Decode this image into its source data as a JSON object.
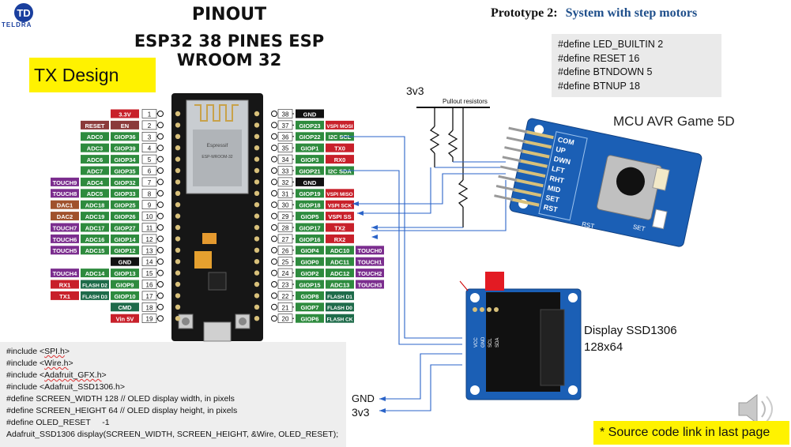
{
  "header": {
    "title": "PINOUT",
    "subtitle": "ESP32 38 PINES ESP WROOM 32",
    "logo_text": "TELDRA",
    "logo_glyph": "TD",
    "tx_design": "TX Design"
  },
  "prototype": {
    "prefix": "Prototype 2:",
    "name": "System with step motors"
  },
  "defines": [
    "#define LED_BUILTIN 2",
    "#define RESET   16",
    "#define BTNDOWN   5",
    "#define BTNUP   18"
  ],
  "code_lines": [
    "#include <SPI.h>",
    "#include <Wire.h>",
    "#include <Adafruit_GFX.h>",
    "#include <Adafruit_SSD1306.h>",
    "#define SCREEN_WIDTH 128 // OLED display width, in pixels",
    "#define SCREEN_HEIGHT 64 // OLED display height, in pixels",
    "#define OLED_RESET     -1",
    "Adafruit_SSD1306 display(SCREEN_WIDTH, SCREEN_HEIGHT, &Wire, OLED_RESET);"
  ],
  "labels": {
    "v33_top": "3v3",
    "pullout": "Pullout resistors",
    "mcu_title": "MCU AVR Game 5D",
    "display_title": "Display SSD1306",
    "display_res": "128x64",
    "gnd": "GND",
    "v33_bottom": "3v3",
    "source_note": "* Source code link  in last page"
  },
  "board_marks": {
    "module_brand": "Espressif",
    "module_chip": "ESP-WROOM-32"
  },
  "joystick_pins": [
    "COM",
    "UP",
    "DWN",
    "LFT",
    "RHT",
    "MID",
    "SET",
    "RST"
  ],
  "joystick_marks": {
    "set": "SET",
    "rst": "RST"
  },
  "oled_pins": [
    "VCC",
    "GND",
    "SCL",
    "SDA"
  ],
  "pin_colors": {
    "red": "#c8202a",
    "maroon": "#8b3a3a",
    "green": "#2e8b3e",
    "purple": "#7b2d8e",
    "brown": "#a0522d",
    "black": "#111111",
    "dkgreen": "#1e6b4a"
  },
  "left_pins": [
    {
      "num": "1",
      "name": "3.3V",
      "color": "red",
      "extra": []
    },
    {
      "num": "2",
      "name": "EN",
      "color": "maroon",
      "extra": [
        {
          "t": "RESET",
          "c": "maroon"
        }
      ]
    },
    {
      "num": "3",
      "name": "GIOP36",
      "color": "green",
      "extra": [
        {
          "t": "ADC0",
          "c": "green"
        }
      ]
    },
    {
      "num": "4",
      "name": "GIOP39",
      "color": "green",
      "extra": [
        {
          "t": "ADC3",
          "c": "green"
        }
      ]
    },
    {
      "num": "5",
      "name": "GIOP34",
      "color": "green",
      "extra": [
        {
          "t": "ADC6",
          "c": "green"
        }
      ]
    },
    {
      "num": "6",
      "name": "GIOP35",
      "color": "green",
      "extra": [
        {
          "t": "ADC7",
          "c": "green"
        }
      ]
    },
    {
      "num": "7",
      "name": "GIOP32",
      "color": "green",
      "extra": [
        {
          "t": "ADC4",
          "c": "green"
        },
        {
          "t": "TOUCH9",
          "c": "purple"
        }
      ]
    },
    {
      "num": "8",
      "name": "GIOP33",
      "color": "green",
      "extra": [
        {
          "t": "ADC5",
          "c": "green"
        },
        {
          "t": "TOUCH8",
          "c": "purple"
        }
      ]
    },
    {
      "num": "9",
      "name": "GIOP25",
      "color": "green",
      "extra": [
        {
          "t": "ADC18",
          "c": "green"
        },
        {
          "t": "DAC1",
          "c": "brown"
        }
      ]
    },
    {
      "num": "10",
      "name": "GIOP26",
      "color": "green",
      "extra": [
        {
          "t": "ADC19",
          "c": "green"
        },
        {
          "t": "DAC2",
          "c": "brown"
        }
      ]
    },
    {
      "num": "11",
      "name": "GIOP27",
      "color": "green",
      "extra": [
        {
          "t": "ADC17",
          "c": "green"
        },
        {
          "t": "TOUCH7",
          "c": "purple"
        }
      ]
    },
    {
      "num": "12",
      "name": "GIOP14",
      "color": "green",
      "extra": [
        {
          "t": "ADC16",
          "c": "green"
        },
        {
          "t": "TOUCH6",
          "c": "purple"
        }
      ]
    },
    {
      "num": "13",
      "name": "GIOP12",
      "color": "green",
      "extra": [
        {
          "t": "ADC15",
          "c": "green"
        },
        {
          "t": "TOUCH5",
          "c": "purple"
        }
      ]
    },
    {
      "num": "14",
      "name": "GND",
      "color": "black",
      "extra": []
    },
    {
      "num": "15",
      "name": "GIOP13",
      "color": "green",
      "extra": [
        {
          "t": "ADC14",
          "c": "green"
        },
        {
          "t": "TOUCH4",
          "c": "purple"
        }
      ]
    },
    {
      "num": "16",
      "name": "GIOP9",
      "color": "green",
      "extra": [
        {
          "t": "FLASH D2",
          "c": "dkgreen"
        },
        {
          "t": "RX1",
          "c": "red"
        }
      ]
    },
    {
      "num": "17",
      "name": "GIOP10",
      "color": "green",
      "extra": [
        {
          "t": "FLASH D3",
          "c": "dkgreen"
        },
        {
          "t": "TX1",
          "c": "red"
        }
      ]
    },
    {
      "num": "18",
      "name": "CMD",
      "color": "dkgreen",
      "extra": []
    },
    {
      "num": "19",
      "name": "Vin 5V",
      "color": "red",
      "extra": []
    }
  ],
  "right_pins": [
    {
      "num": "38",
      "name": "GND",
      "color": "black",
      "extra": []
    },
    {
      "num": "37",
      "name": "GIOP23",
      "color": "green",
      "extra": [
        {
          "t": "VSPI MOSI",
          "c": "red"
        }
      ]
    },
    {
      "num": "36",
      "name": "GIOP22",
      "color": "green",
      "extra": [
        {
          "t": "I2C SCL",
          "c": "green"
        }
      ]
    },
    {
      "num": "35",
      "name": "GIOP1",
      "color": "green",
      "extra": [
        {
          "t": "TX0",
          "c": "red"
        }
      ]
    },
    {
      "num": "34",
      "name": "GIOP3",
      "color": "green",
      "extra": [
        {
          "t": "RX0",
          "c": "red"
        }
      ]
    },
    {
      "num": "33",
      "name": "GIOP21",
      "color": "green",
      "extra": [
        {
          "t": "I2C SDA",
          "c": "green"
        }
      ]
    },
    {
      "num": "32",
      "name": "GND",
      "color": "black",
      "extra": []
    },
    {
      "num": "31",
      "name": "GIOP19",
      "color": "green",
      "extra": [
        {
          "t": "VSPI MISO",
          "c": "red"
        }
      ]
    },
    {
      "num": "30",
      "name": "GIOP18",
      "color": "green",
      "extra": [
        {
          "t": "VSPI SCK",
          "c": "red"
        }
      ]
    },
    {
      "num": "29",
      "name": "GIOP5",
      "color": "green",
      "extra": [
        {
          "t": "VSPI SS",
          "c": "red"
        }
      ]
    },
    {
      "num": "28",
      "name": "GIOP17",
      "color": "green",
      "extra": [
        {
          "t": "TX2",
          "c": "red"
        }
      ]
    },
    {
      "num": "27",
      "name": "GIOP16",
      "color": "green",
      "extra": [
        {
          "t": "RX2",
          "c": "red"
        }
      ]
    },
    {
      "num": "26",
      "name": "GIOP4",
      "color": "green",
      "extra": [
        {
          "t": "ADC10",
          "c": "green"
        },
        {
          "t": "TOUCH0",
          "c": "purple"
        }
      ]
    },
    {
      "num": "25",
      "name": "GIOP0",
      "color": "green",
      "extra": [
        {
          "t": "ADC11",
          "c": "green"
        },
        {
          "t": "TOUCH1",
          "c": "purple"
        }
      ]
    },
    {
      "num": "24",
      "name": "GIOP2",
      "color": "green",
      "extra": [
        {
          "t": "ADC12",
          "c": "green"
        },
        {
          "t": "TOUCH2",
          "c": "purple"
        }
      ]
    },
    {
      "num": "23",
      "name": "GIOP15",
      "color": "green",
      "extra": [
        {
          "t": "ADC13",
          "c": "green"
        },
        {
          "t": "TOUCH3",
          "c": "purple"
        }
      ]
    },
    {
      "num": "22",
      "name": "GIOP8",
      "color": "green",
      "extra": [
        {
          "t": "FLASH D1",
          "c": "dkgreen"
        }
      ]
    },
    {
      "num": "21",
      "name": "GIOP7",
      "color": "green",
      "extra": [
        {
          "t": "FLASH D0",
          "c": "dkgreen"
        }
      ]
    },
    {
      "num": "20",
      "name": "GIOP6",
      "color": "green",
      "extra": [
        {
          "t": "FLASH CK",
          "c": "dkgreen"
        }
      ]
    }
  ]
}
